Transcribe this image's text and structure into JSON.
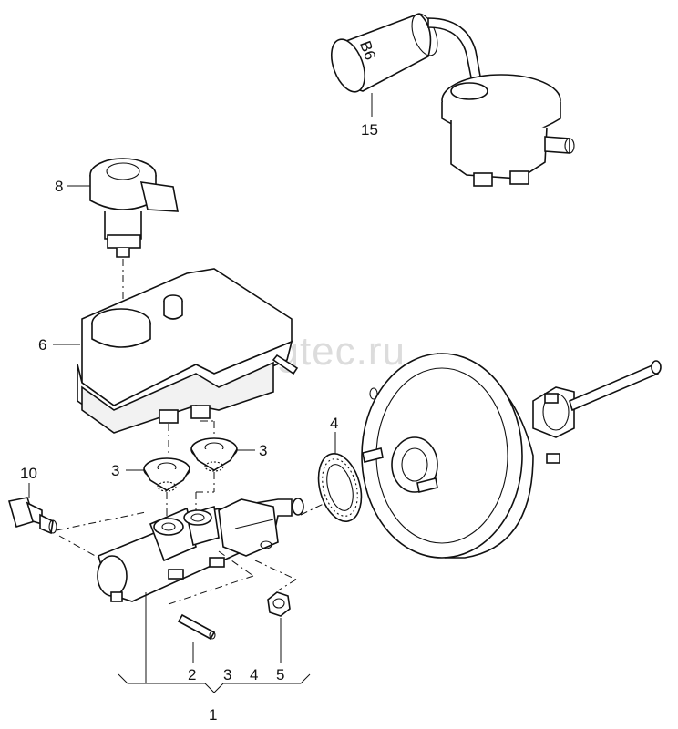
{
  "watermark": "vagtec.ru",
  "callouts": {
    "c15": "15",
    "c8": "8",
    "c6": "6",
    "c10": "10",
    "c3a": "3",
    "c3b": "3",
    "c4": "4",
    "c1": "1",
    "c2": "2",
    "c3c": "3",
    "c4b": "4",
    "c5": "5"
  },
  "sensor_marking": "B6"
}
